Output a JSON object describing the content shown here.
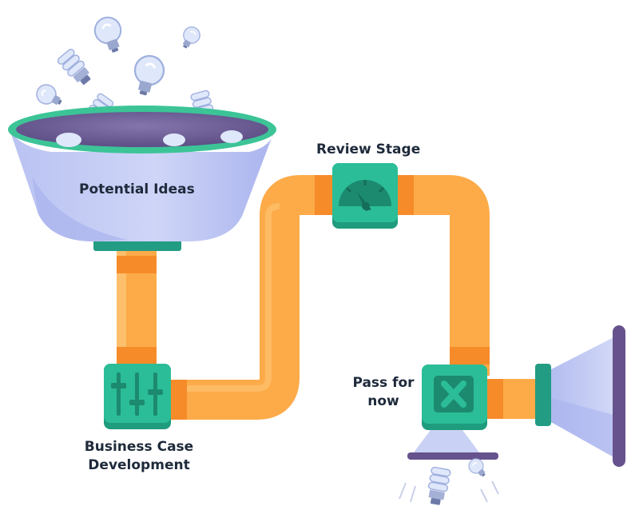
{
  "labels": {
    "potential_ideas": "Potential Ideas",
    "review_stage": "Review Stage",
    "pass_for_now": [
      "Pass for",
      "now"
    ],
    "business_case": [
      "Business Case",
      "Development"
    ]
  },
  "colors": {
    "pipe": "#fcab48",
    "pipe_dark": "#f68b2a",
    "pipe_highlight": "#fdbf6b",
    "valve": "#2bbd97",
    "valve_dark": "#1f9c7d",
    "funnel_rim": "#3cc497",
    "funnel_body": "#c9d0f6",
    "funnel_inside": "#6c5b94",
    "speaker": "#c9d2f4",
    "speaker_bar": "#66528c",
    "text": "#1e2a3b"
  },
  "icons": [
    "lightbulb-icon",
    "cfl-bulb-icon",
    "gauge-icon",
    "sliders-icon",
    "x-mark-icon",
    "horn-icon"
  ]
}
